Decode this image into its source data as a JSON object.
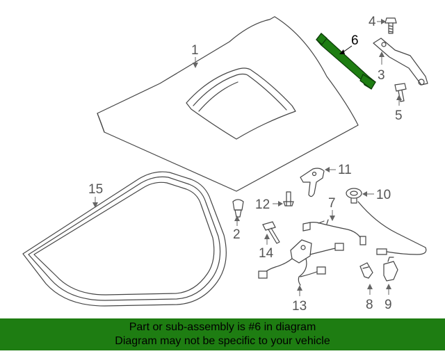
{
  "callouts": {
    "c1": "1",
    "c2": "2",
    "c3": "3",
    "c4": "4",
    "c5": "5",
    "c6": "6",
    "c7": "7",
    "c8": "8",
    "c9": "9",
    "c10": "10",
    "c11": "11",
    "c12": "12",
    "c13": "13",
    "c14": "14",
    "c15": "15"
  },
  "highlight_part": "6",
  "colors": {
    "highlight_fill": "#1e7d12",
    "banner_background": "#1e7d12",
    "line_art": "#444444"
  },
  "banner": {
    "line1": "Part or sub-assembly is #6 in diagram",
    "line2": "Diagram may not be specific to your vehicle"
  }
}
